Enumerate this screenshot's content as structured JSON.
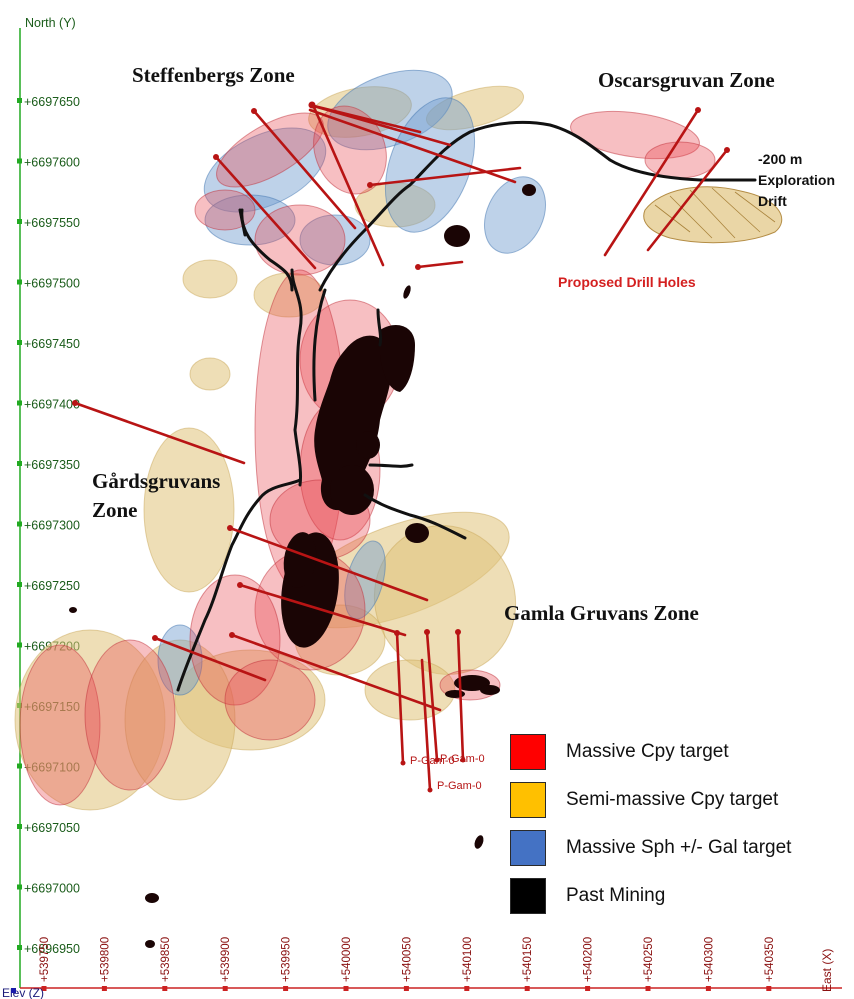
{
  "axes": {
    "y_title": "North (Y)",
    "x_title": "East (X)",
    "z_title": "Elev (Z)",
    "y_ticks": [
      "+6697650",
      "+6697600",
      "+6697550",
      "+6697500",
      "+6697450",
      "+6697400",
      "+6697350",
      "+6697300",
      "+6697250",
      "+6697200",
      "+6697150",
      "+6697100",
      "+6697050",
      "+6697000",
      "+6696950"
    ],
    "x_ticks": [
      "+539750",
      "+539800",
      "+539850",
      "+539900",
      "+539950",
      "+540000",
      "+540050",
      "+540100",
      "+540150",
      "+540200",
      "+540250",
      "+540300",
      "+540350"
    ]
  },
  "zones": {
    "steffenbergs": "Steffenbergs Zone",
    "oscarsgruvan": "Oscarsgruvan Zone",
    "gardsgruvans_line1": "Gårdsgruvans",
    "gardsgruvans_line2": "Zone",
    "gamla": "Gamla Gruvans Zone"
  },
  "annotations": {
    "drift_line1": "-200 m",
    "drift_line2": "Exploration",
    "drift_line3": "Drift",
    "proposed": "Proposed Drill Holes",
    "hole_labels": [
      "P-Gam-0",
      "P-Gam-0",
      "P-Gam-0"
    ]
  },
  "legend": [
    {
      "label": "Massive Cpy target",
      "color": "#ff0000"
    },
    {
      "label": "Semi-massive Cpy target",
      "color": "#ffc000"
    },
    {
      "label": "Massive Sph +/- Gal target",
      "color": "#4472c4"
    },
    {
      "label": "Past Mining",
      "color": "#000000"
    }
  ],
  "colors": {
    "massive_cpy": "#e8474f",
    "semi_massive": "#e0c27a",
    "sph_gal": "#6f9ccf",
    "past_mining": "#1a0505",
    "drill_hole": "#b81414",
    "y_axis": "#22aa22",
    "x_axis": "#cc2222"
  }
}
